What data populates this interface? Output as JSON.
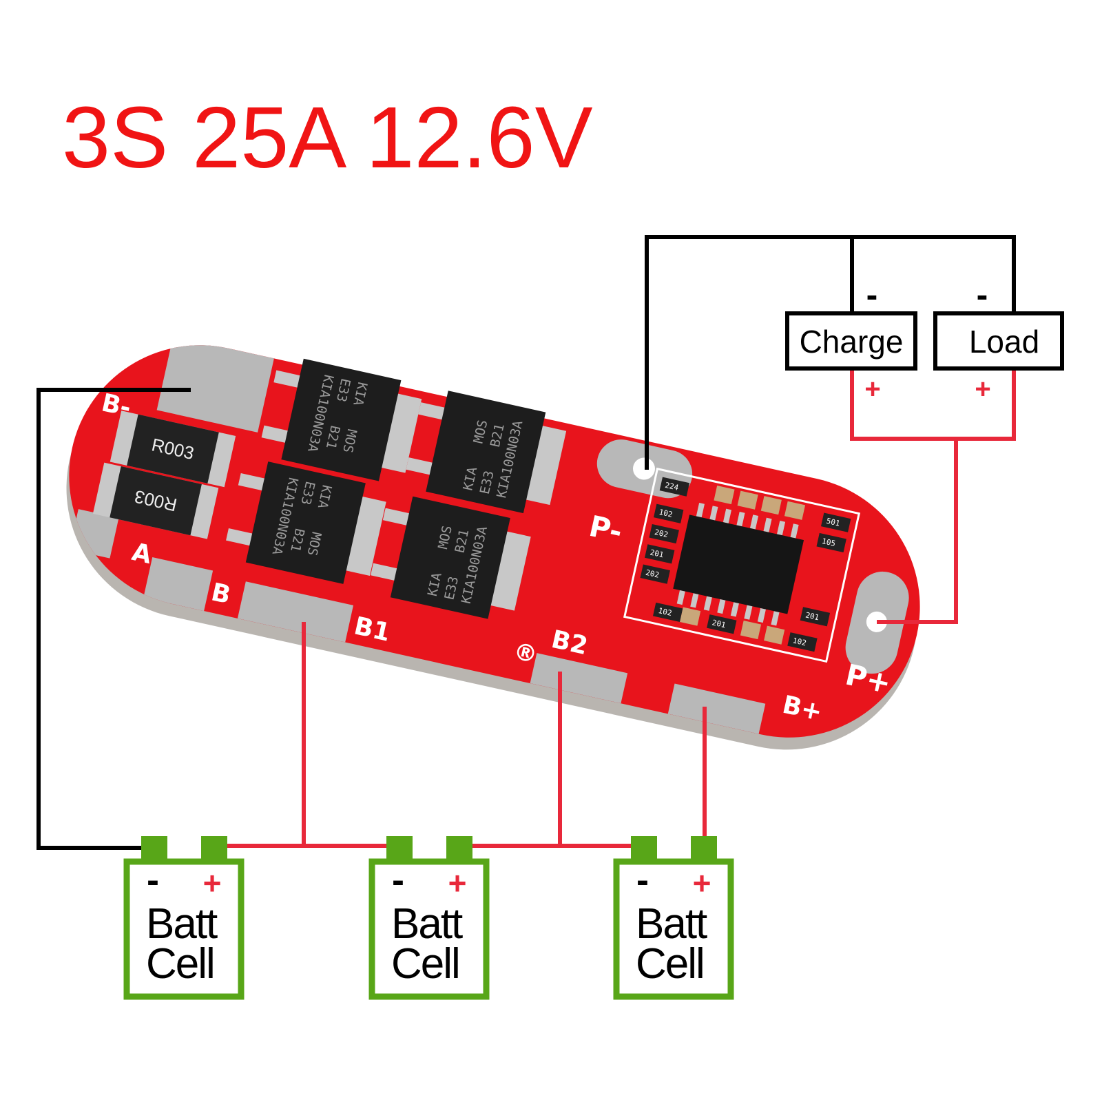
{
  "title": "3S 25A 12.6V",
  "terminals": {
    "charge": {
      "label": "Charge",
      "minus": "-",
      "plus": "+"
    },
    "load": {
      "label": "Load",
      "minus": "-",
      "plus": "+"
    }
  },
  "cells": [
    {
      "line1": "Batt",
      "line2": "Cell",
      "minus": "-",
      "plus": "+"
    },
    {
      "line1": "Batt",
      "line2": "Cell",
      "minus": "-",
      "plus": "+"
    },
    {
      "line1": "Batt",
      "line2": "Cell",
      "minus": "-",
      "plus": "+"
    }
  ],
  "board": {
    "labels": {
      "b_minus": "B-",
      "a": "A",
      "b": "B",
      "b1": "B1",
      "b2": "B2",
      "p_minus": "P-",
      "p_plus": "P+",
      "b_plus": "B+",
      "registered": "®"
    },
    "resistors": [
      "R003",
      "R003"
    ],
    "mosfet": {
      "l1": "KIA",
      "l2": "MOS",
      "l3": "E33",
      "l4": "B21",
      "l5": "KIA100N03A"
    },
    "smd_codes": [
      "224",
      "102",
      "202",
      "201",
      "202",
      "501",
      "105",
      "201",
      "102",
      "201",
      "102"
    ]
  },
  "colors": {
    "title": "#f01414",
    "wire_positive": "#e8283a",
    "wire_negative": "#000000",
    "cell_outline": "#58a618",
    "pcb": "#e8141c",
    "pad": "#b8b8b8"
  }
}
